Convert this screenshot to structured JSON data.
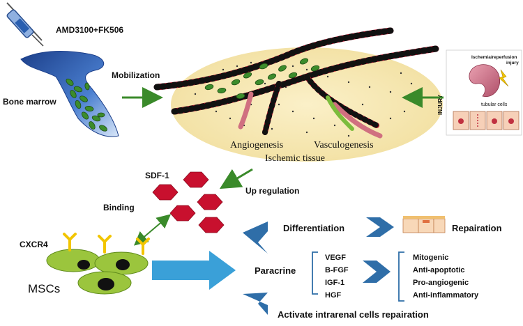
{
  "labels": {
    "drug": "AMD3100+FK506",
    "bone_marrow": "Bone marrow",
    "mobilization": "Mobilization",
    "angiogenesis": "Angiogenesis",
    "vasculogenesis": "Vasculogenesis",
    "ischemic_tissue": "Ischemic tissue",
    "injury_title": "Ischemia/reperfusion injury",
    "injury_title_line1": "Ischemia/reperfusion",
    "injury_title_line2": "injury",
    "injury_side": "INJURY",
    "tubular_cells": "tubular cells",
    "sdf1": "SDF-1",
    "up_regulation": "Up regulation",
    "binding": "Binding",
    "cxcr4": "CXCR4",
    "mscs": "MSCs",
    "differentiation": "Differentiation",
    "repairation": "Repairation",
    "paracrine": "Paracrine",
    "activate": "Activate intrarenal cells repairation"
  },
  "factors": [
    "VEGF",
    "B-FGF",
    "IGF-1",
    "HGF"
  ],
  "effects": [
    "Mitogenic",
    "Anti-apoptotic",
    "Pro-angiogenic",
    "Anti-inflammatory"
  ],
  "colors": {
    "arrow_green": "#3a8a2a",
    "chevron_blue": "#2f6ea8",
    "big_arrow_blue": "#3aa0d8",
    "sdf_red": "#c8102e",
    "msc_green": "#9bc53d",
    "receptor_yellow": "#f2c500",
    "vessel_red": "#b0102a",
    "tissue": "#f6e7b4"
  }
}
